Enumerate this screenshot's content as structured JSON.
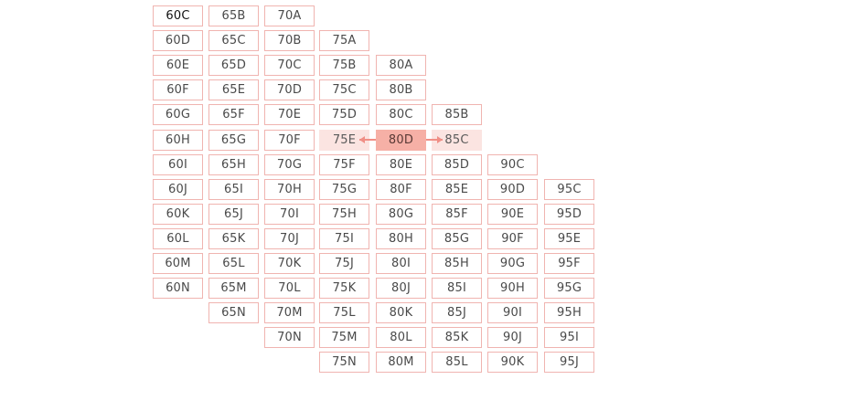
{
  "columns": [
    {
      "band": "60",
      "sizes": [
        "60C",
        "60D",
        "60E",
        "60F",
        "60G",
        "60H",
        "60I",
        "60J",
        "60K",
        "60L",
        "60M",
        "60N"
      ]
    },
    {
      "band": "65",
      "sizes": [
        "65B",
        "65C",
        "65D",
        "65E",
        "65F",
        "65G",
        "65H",
        "65I",
        "65J",
        "65K",
        "65L",
        "65M",
        "65N"
      ]
    },
    {
      "band": "70",
      "sizes": [
        "70A",
        "70B",
        "70C",
        "70D",
        "70E",
        "70F",
        "70G",
        "70H",
        "70I",
        "70J",
        "70K",
        "70L",
        "70M",
        "70N"
      ]
    },
    {
      "band": "75",
      "sizes": [
        "75A",
        "75B",
        "75C",
        "75D",
        "75E",
        "75F",
        "75G",
        "75H",
        "75I",
        "75J",
        "75K",
        "75L",
        "75M",
        "75N"
      ]
    },
    {
      "band": "80",
      "sizes": [
        "80A",
        "80B",
        "80C",
        "80D",
        "80E",
        "80F",
        "80G",
        "80H",
        "80I",
        "80J",
        "80K",
        "80L",
        "80M"
      ]
    },
    {
      "band": "85",
      "sizes": [
        "85B",
        "85C",
        "85D",
        "85E",
        "85F",
        "85G",
        "85H",
        "85I",
        "85J",
        "85K",
        "85L"
      ]
    },
    {
      "band": "90",
      "sizes": [
        "90C",
        "90D",
        "90E",
        "90F",
        "90G",
        "90H",
        "90I",
        "90J",
        "90K"
      ]
    },
    {
      "band": "95",
      "sizes": [
        "95C",
        "95D",
        "95E",
        "95F",
        "95G",
        "95H",
        "95I",
        "95J"
      ]
    }
  ],
  "current_size": "60C",
  "selected_size": "80D",
  "sister_sizes": [
    "75E",
    "85C"
  ],
  "colors": {
    "border": "#f0b4b0",
    "selected_fill": "#f6b0a6",
    "sister_fill": "#fbe4e1",
    "arrow": "#f08f86"
  }
}
